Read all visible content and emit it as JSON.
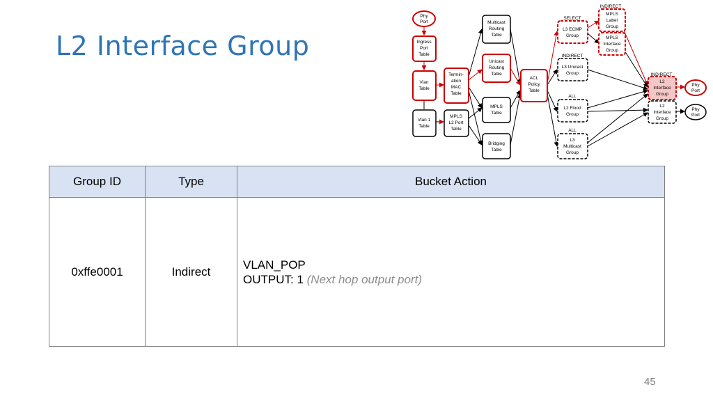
{
  "slide": {
    "title": "L2 Interface Group",
    "page_number": "45"
  },
  "diagram": {
    "nodes": {
      "phy_port_in": [
        "Phy",
        "Port"
      ],
      "ingress": [
        "Ingress",
        "Port",
        "Table"
      ],
      "vlan": [
        "Vlan",
        "Table"
      ],
      "vlan1": [
        "Vlan 1",
        "Table"
      ],
      "term": [
        "Termin-",
        "ation",
        "MAC",
        "Table"
      ],
      "mpls_l2port": [
        "MPLS",
        "L2 Port",
        "Table"
      ],
      "mcast_routing": [
        "Multicast",
        "Routing",
        "Table"
      ],
      "ucast_routing": [
        "Unicast",
        "Routing",
        "Table"
      ],
      "mpls_table": [
        "MPLS",
        "Table"
      ],
      "bridging": [
        "Bridging",
        "Table"
      ],
      "acl": [
        "ACL",
        "Policy",
        "Table"
      ],
      "l3_ecmp": [
        "L3 ECMP",
        "Group"
      ],
      "l3_unicast": [
        "L3 Unicast",
        "Group"
      ],
      "l2_flood": [
        "L2 Flood",
        "Group"
      ],
      "l3_multicast": [
        "L3",
        "Multicast",
        "Group"
      ],
      "mpls_label": [
        "MPLS",
        "Label",
        "Group"
      ],
      "mpls_interface": [
        "MPLS",
        "Interface",
        "Group"
      ],
      "l2_interface_1": [
        "L2",
        "Interface",
        "Group"
      ],
      "l2_interface_2": [
        "L2",
        "Interface",
        "Group"
      ],
      "phy_port_out1": [
        "Phy",
        "Port"
      ],
      "phy_port_out2": [
        "Phy",
        "Port"
      ]
    },
    "labels": {
      "select": "SELECT",
      "indirect_top": "INDIRECT",
      "indirect_mid": "INDIRECT",
      "indirect_right": "INDIRECT",
      "all_1": "ALL",
      "all_2": "ALL"
    },
    "colors": {
      "highlight": "#cc0000",
      "highlight_fill": "#f4c7c7",
      "normal": "#000000"
    }
  },
  "table": {
    "headers": [
      "Group ID",
      "Type",
      "Bucket Action"
    ],
    "rows": [
      {
        "group_id": "0xffe0001",
        "type": "Indirect",
        "action_line1": "VLAN_POP",
        "action_line2": "OUTPUT: 1",
        "action_note": "(Next hop output port)"
      }
    ]
  }
}
